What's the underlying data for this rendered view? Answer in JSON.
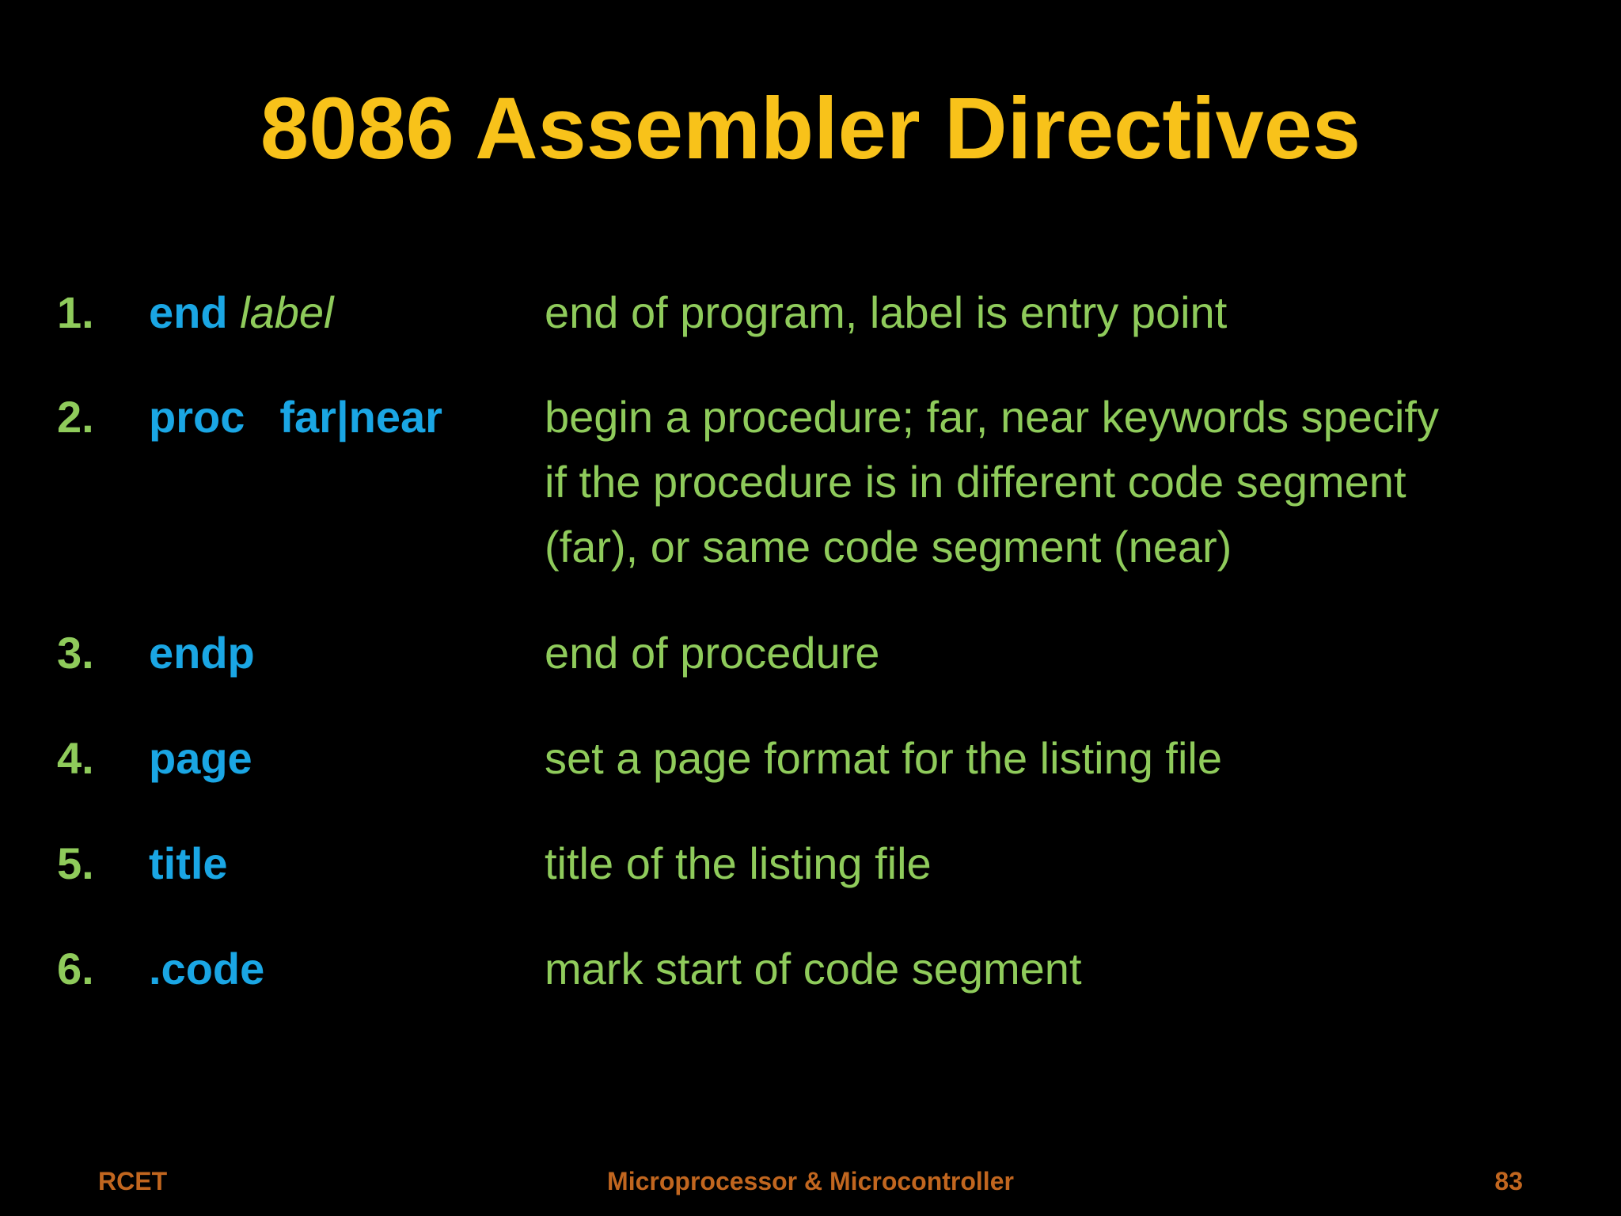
{
  "slide": {
    "title": "8086 Assembler Directives",
    "items": [
      {
        "number": "1.",
        "directive": "end",
        "argument_italic": "label",
        "argument": "",
        "description_lines": [
          "end of program, label is entry point"
        ]
      },
      {
        "number": "2.",
        "directive": "proc",
        "argument_italic": "",
        "argument": "far|near",
        "description_lines": [
          "begin a procedure; far, near keywords specify",
          "if the procedure is in different code segment",
          "(far), or same code segment (near)"
        ]
      },
      {
        "number": "3.",
        "directive": "endp",
        "argument_italic": "",
        "argument": "",
        "description_lines": [
          "end of procedure"
        ]
      },
      {
        "number": "4.",
        "directive": "page",
        "argument_italic": "",
        "argument": "",
        "description_lines": [
          "set a page format for the listing file"
        ]
      },
      {
        "number": "5.",
        "directive": "title",
        "argument_italic": "",
        "argument": "",
        "description_lines": [
          "title of the listing file"
        ]
      },
      {
        "number": "6.",
        "directive": ".code",
        "argument_italic": "",
        "argument": "",
        "description_lines": [
          "mark start of code segment"
        ]
      }
    ],
    "footer": {
      "left": "RCET",
      "center": "Microprocessor & Microcontroller",
      "right": "83"
    },
    "colors": {
      "background": "#000000",
      "title": "#f8c21a",
      "number": "#8fcb5b",
      "directive": "#1aa6e4",
      "description": "#8fcb5b",
      "footer": "#c1661f"
    }
  }
}
